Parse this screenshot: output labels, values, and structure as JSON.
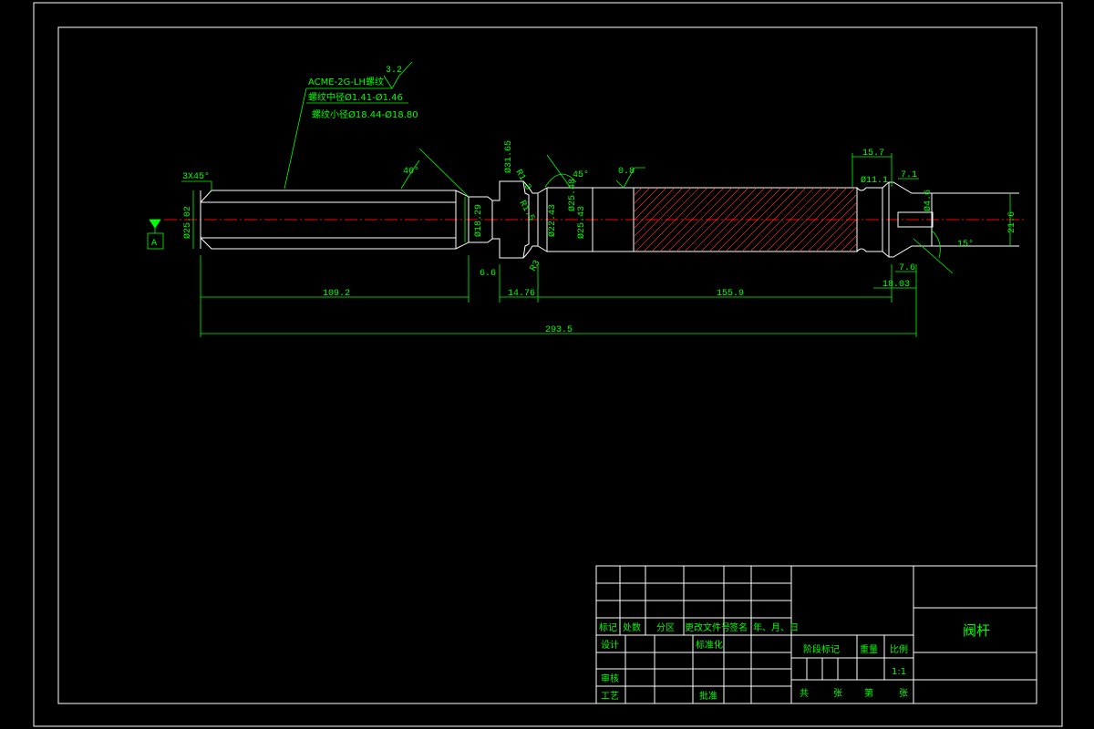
{
  "drawing": {
    "thread_spec": "ACME-2G-LH螺纹",
    "thread_pitch_dia": "螺纹中径Ø1.41-Ø1.46",
    "thread_minor_dia": "螺纹小径Ø18.44-Ø18.80",
    "roughness_1": "3.2",
    "roughness_2": "0.8",
    "chamfer": "3X45°",
    "angle_46": "46°",
    "angle_45": "45°",
    "angle_15": "15°",
    "dia_25_02": "Ø25.02",
    "dia_18_29": "Ø18.29",
    "dia_31_65": "Ø31.65",
    "r_1_3": "R1.3",
    "r_1_5": "R1.5",
    "dia_22_43": "Ø22.43",
    "dia_25_43": "Ø25.43",
    "dia_25_48": "Ø25.48",
    "r_3": "R3",
    "dim_6_6": "6.6",
    "dim_14_76": "14.76",
    "dim_109_2": "109.2",
    "dim_155_9": "155.9",
    "dim_293_5": "293.5",
    "dim_15_7": "15.7",
    "dia_11_1": "Ø11.1",
    "dim_7_1": "7.1",
    "dia_4_6": "Ø4.6",
    "dim_7_6": "7.6",
    "dim_18_03": "18.03",
    "dim_21_6": "21.6",
    "datum": "A"
  },
  "title_block": {
    "part_name": "阀杆",
    "mark": "标记",
    "count": "处数",
    "zone": "分区",
    "change_doc": "更改文件号",
    "signature": "签名",
    "date": "年、月、日",
    "design": "设计",
    "standardize": "标准化",
    "stage_mark": "阶段标记",
    "weight": "重量",
    "scale": "比例",
    "scale_value": "1:1",
    "review": "审核",
    "process": "工艺",
    "approve": "批准",
    "total_prefix": "共",
    "total_suffix": "张",
    "sheet_prefix": "第",
    "sheet_suffix": "张"
  }
}
